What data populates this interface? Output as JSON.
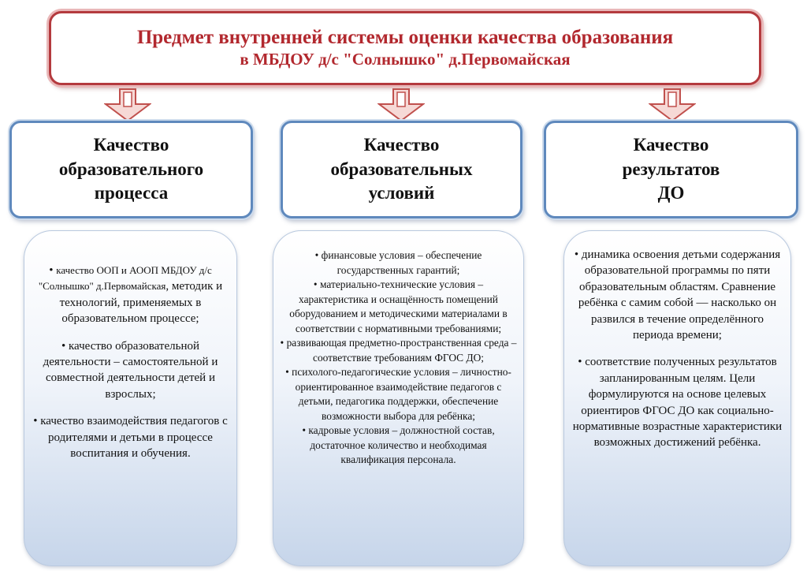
{
  "title": {
    "line1": "Предмет внутренней системы оценки качества образования",
    "line2": "в МБДОУ д/с \"Солнышко\" д.Первомайская"
  },
  "columns": [
    {
      "heading": [
        "Качество",
        "образовательного",
        "процесса"
      ],
      "items": [
        {
          "small": "качество ООП и АООП МБДОУ д/с \"Солнышко\" д.Первомайская",
          "rest": ", методик и технологий, применяемых в образовательном процессе;"
        },
        {
          "text": "качество образовательной деятельности – самостоятельной и совместной деятельности детей и взрослых;"
        },
        {
          "text": "качество взаимодействия педагогов с родителями и детьми в процессе воспитания и обучения."
        }
      ]
    },
    {
      "heading": [
        "Качество",
        "образовательных",
        "условий"
      ],
      "items": [
        {
          "text": "финансовые условия – обеспечение государственных гарантий;"
        },
        {
          "text": "материально-технические условия – характеристика и оснащённость помещений оборудованием и методическими материалами в соответствии с нормативными требованиями;"
        },
        {
          "text": "развивающая предметно-пространственная среда – соответствие требованиям ФГОС ДО;"
        },
        {
          "text": "психолого-педагогические условия – личностно-ориентированное взаимодействие педагогов с детьми, педагогика поддержки, обеспечение возможности выбора для ребёнка;"
        },
        {
          "text": "кадровые условия – должностной состав, достаточное количество и необходимая квалификация персонала."
        }
      ]
    },
    {
      "heading": [
        "Качество",
        "результатов",
        "ДО"
      ],
      "items": [
        {
          "text": "динамика освоения детьми содержания образовательной программы по пяти образовательным областям. Сравнение ребёнка с самим собой — насколько он развился в течение определённого периода времени;"
        },
        {
          "text": "соответствие полученных результатов запланированным целям. Цели формулируются на основе целевых ориентиров ФГОС ДО как социально-нормативные возрастные характеристики возможных достижений ребёнка."
        }
      ]
    }
  ],
  "bullet": "•"
}
